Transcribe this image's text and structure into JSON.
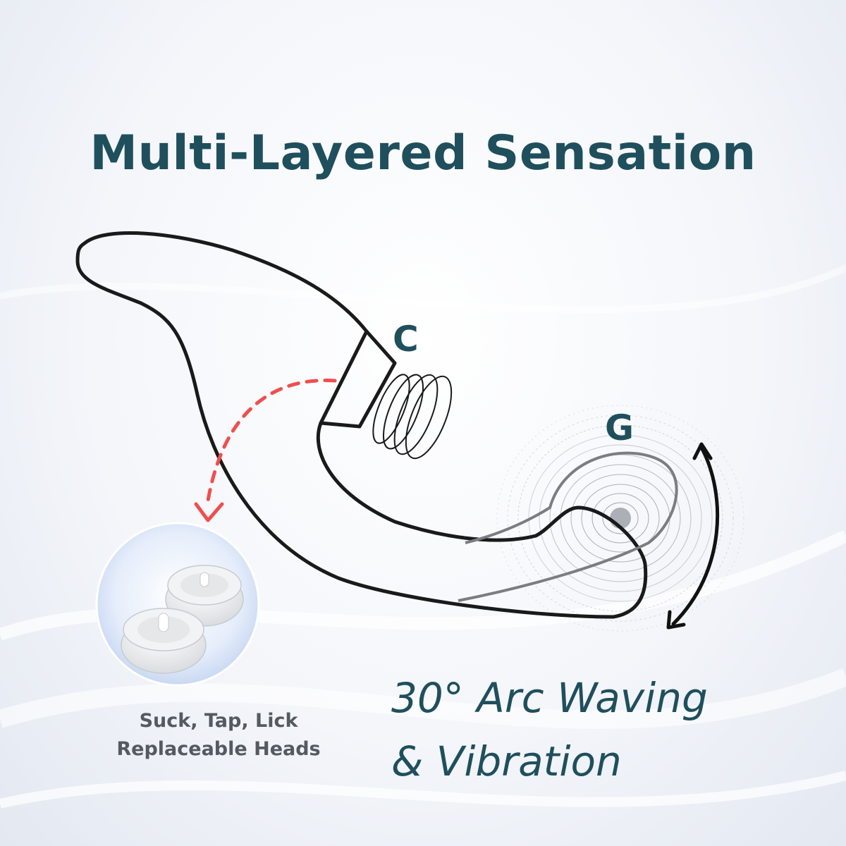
{
  "title": "Multi-Layered Sensation",
  "labels": {
    "clit": "C",
    "gspot": "G"
  },
  "heads_caption": {
    "line1": "Suck, Tap, Lick",
    "line2": "Replaceable Heads"
  },
  "motion_caption": {
    "line1": "30° Arc Waving",
    "line2": "& Vibration"
  },
  "colors": {
    "title": "#1f4f5c",
    "outline": "#1a1a1a",
    "dashed_arrow": "#f04e4e",
    "caption_gray": "#555a60"
  },
  "icons": {
    "arrow": "double-headed-arc-arrow",
    "suction": "concentric-rings",
    "vibration": "wavy-ripples"
  }
}
